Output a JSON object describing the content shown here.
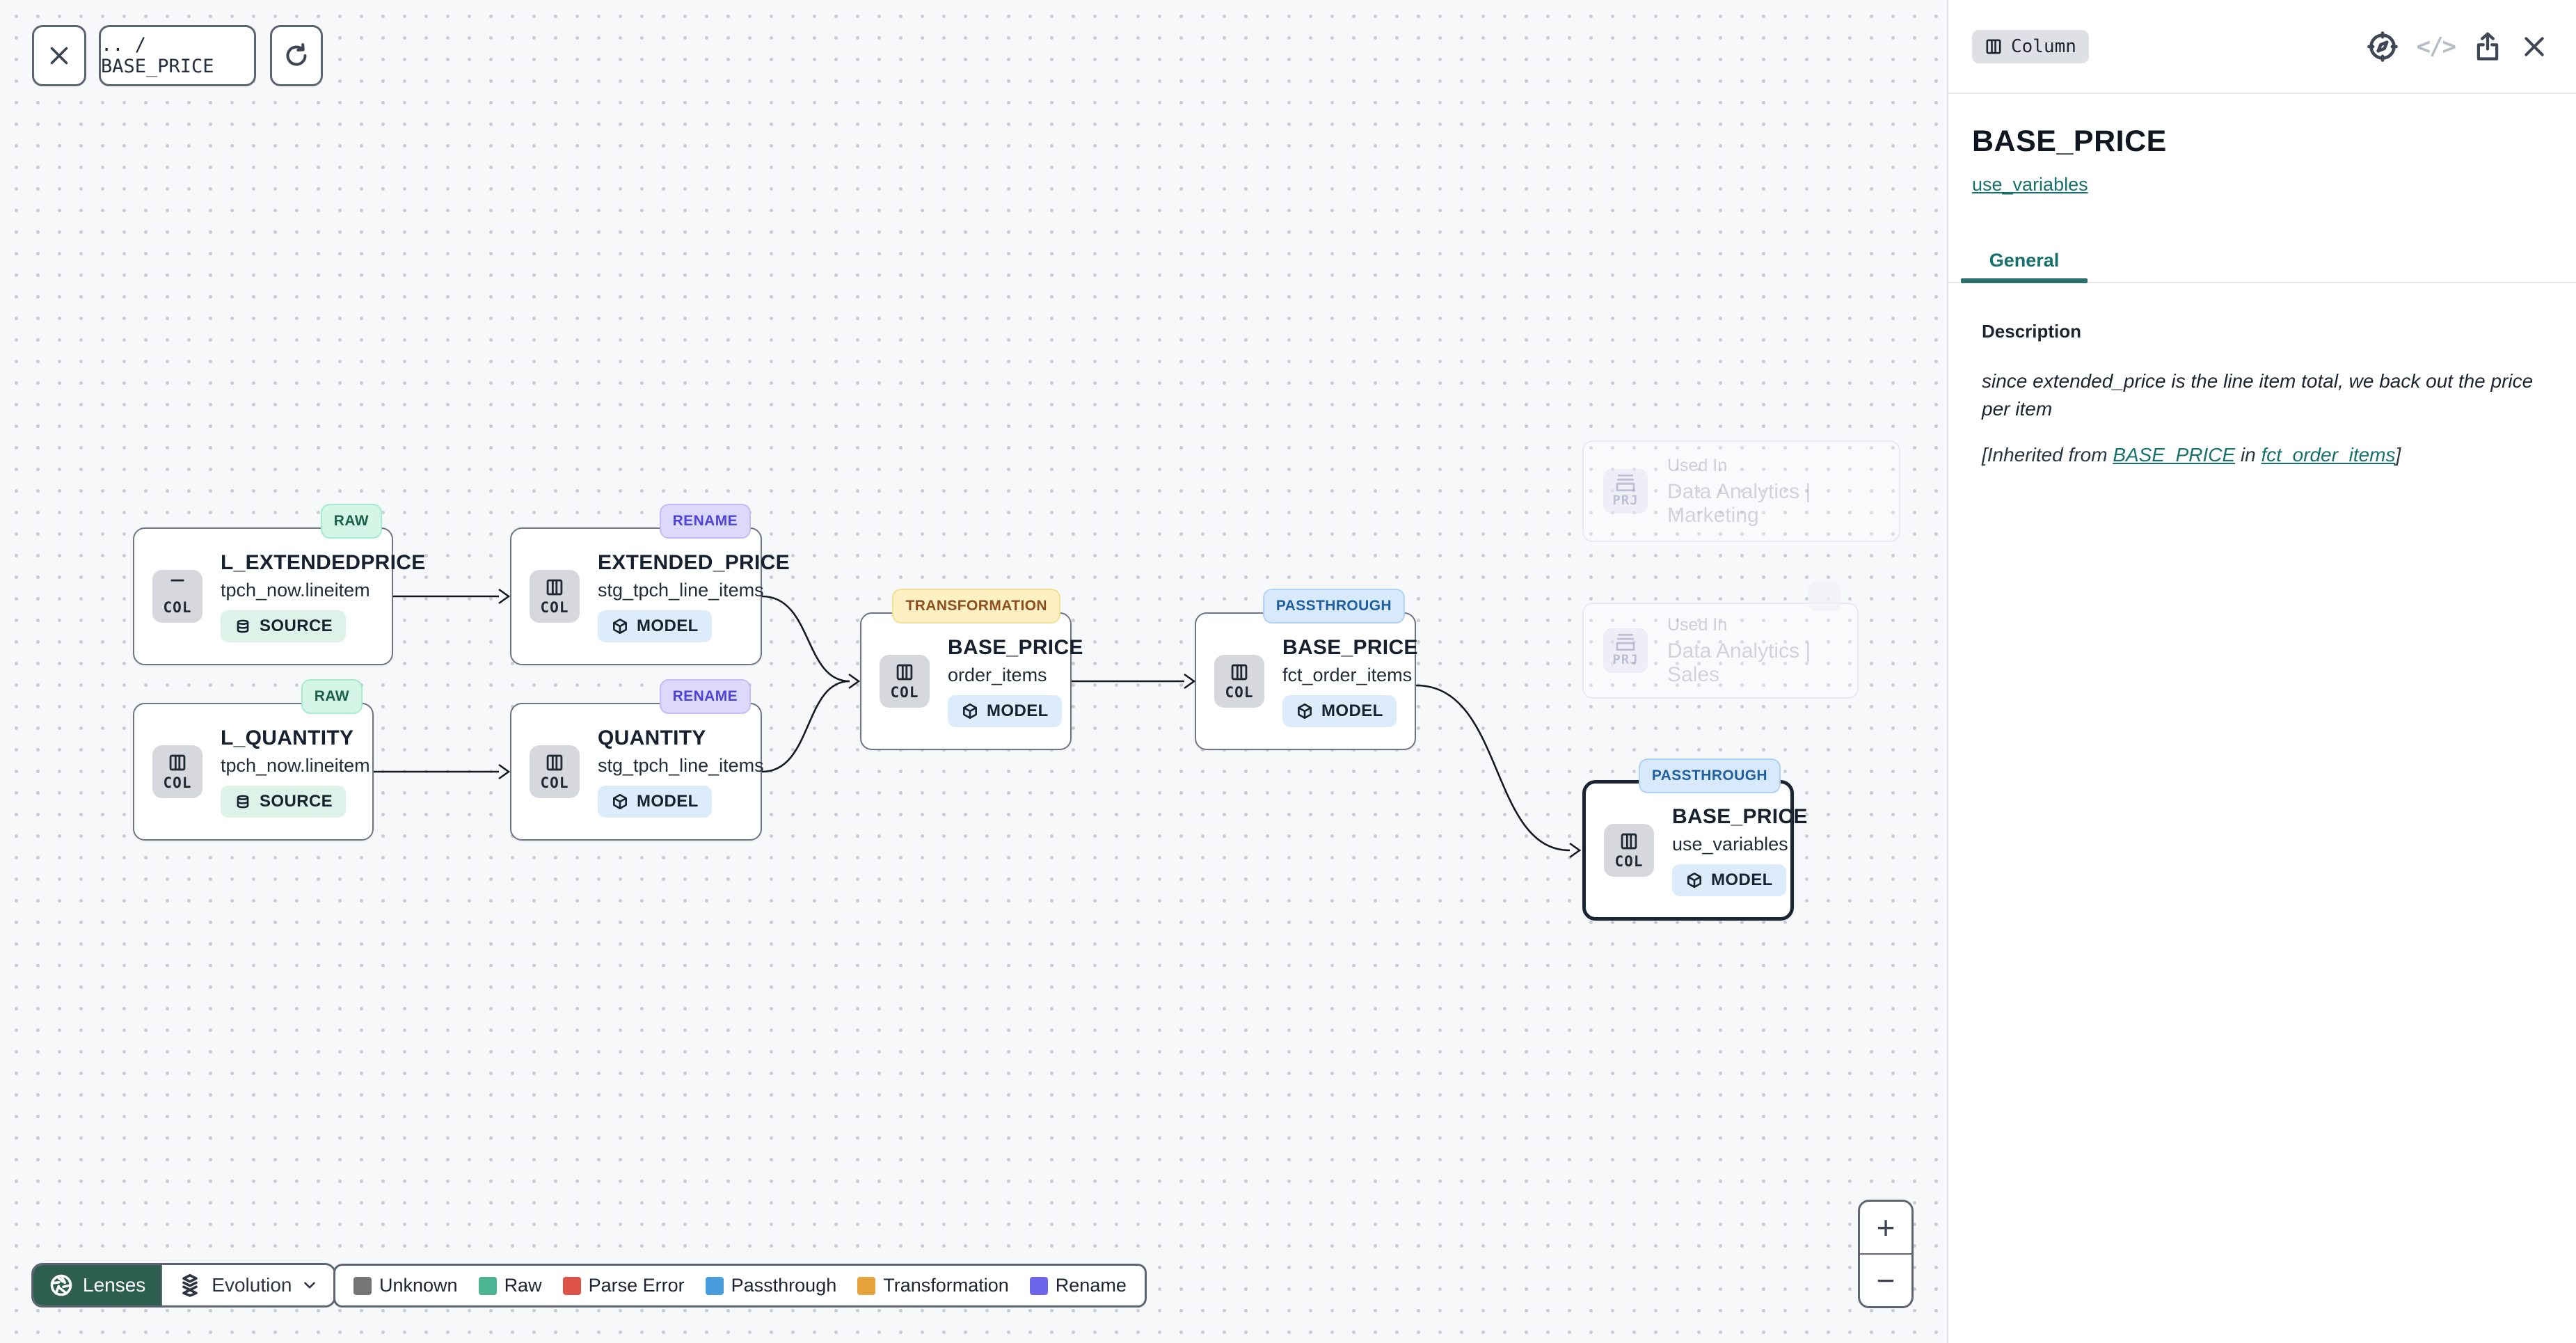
{
  "toolbar": {
    "breadcrumb": ".. / BASE_PRICE"
  },
  "panel": {
    "type_badge": "Column",
    "title": "BASE_PRICE",
    "subtitle_link": "use_variables",
    "tabs": [
      {
        "label": "General",
        "active": true
      }
    ],
    "description": {
      "label": "Description",
      "text": "since extended_price is the line item total, we back out the price per item",
      "inherited_prefix": "[Inherited from ",
      "inherited_link_column": "BASE_PRICE",
      "inherited_middle": " in ",
      "inherited_link_model": "fct_order_items",
      "inherited_suffix": "]"
    }
  },
  "graph": {
    "nodes": [
      {
        "kind": "COL",
        "title": "L_EXTENDEDPRICE",
        "subtitle": "tpch_now.lineitem",
        "tag": "RAW",
        "badge": "SOURCE"
      },
      {
        "kind": "COL",
        "title": "EXTENDED_PRICE",
        "subtitle": "stg_tpch_line_items",
        "tag": "RENAME",
        "badge": "MODEL"
      },
      {
        "kind": "COL",
        "title": "L_QUANTITY",
        "subtitle": "tpch_now.lineitem",
        "tag": "RAW",
        "badge": "SOURCE"
      },
      {
        "kind": "COL",
        "title": "QUANTITY",
        "subtitle": "stg_tpch_line_items",
        "tag": "RENAME",
        "badge": "MODEL"
      },
      {
        "kind": "COL",
        "title": "BASE_PRICE",
        "subtitle": "order_items",
        "tag": "TRANSFORMATION",
        "badge": "MODEL"
      },
      {
        "kind": "COL",
        "title": "BASE_PRICE",
        "subtitle": "fct_order_items",
        "tag": "PASSTHROUGH",
        "badge": "MODEL"
      },
      {
        "kind": "COL",
        "title": "BASE_PRICE",
        "subtitle": "use_variables",
        "tag": "PASSTHROUGH",
        "badge": "MODEL"
      }
    ],
    "used_in": [
      {
        "kind": "PRJ",
        "label": "Used In",
        "name": "Data Analytics | Marketing"
      },
      {
        "kind": "PRJ",
        "label": "Used In",
        "name": "Data Analytics | Sales"
      }
    ]
  },
  "controls": {
    "lenses_label": "Lenses",
    "lens_selected": "Evolution",
    "zoom_in": "+",
    "zoom_out": "−",
    "close_glyph": "✕",
    "code_glyph": "</>"
  },
  "legend": [
    {
      "label": "Unknown",
      "color": "#757575"
    },
    {
      "label": "Raw",
      "color": "#4cb393"
    },
    {
      "label": "Parse Error",
      "color": "#dd5348"
    },
    {
      "label": "Passthrough",
      "color": "#4a9ddd"
    },
    {
      "label": "Transformation",
      "color": "#e6a23c"
    },
    {
      "label": "Rename",
      "color": "#6d65ea"
    }
  ],
  "accent_colors": {
    "teal_link": "#17706b",
    "lenses_bg": "#2d5e50",
    "raw_text": "#1b6149",
    "rename_text": "#4f42d8",
    "transformation_text": "#8e4e1e",
    "passthrough_text": "#1f5f9e"
  }
}
